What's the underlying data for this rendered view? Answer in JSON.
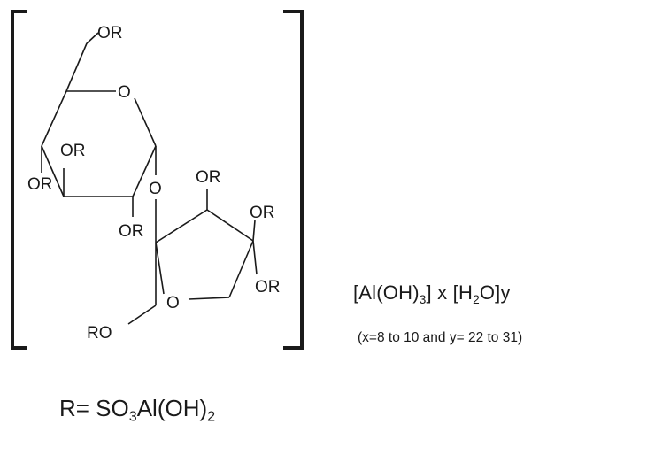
{
  "structure": {
    "ring_oxygen": "O",
    "substituent_label": "OR",
    "end_label": "RO",
    "labels": {
      "c6_or": "OR",
      "glc_ring_o": "O",
      "c4_or": "OR",
      "c3_or": "OR",
      "glycosidic_o": "O",
      "c2_or": "OR",
      "fru_c3_or": "OR",
      "fru_c4_or": "OR",
      "fru_c5_or": "OR",
      "fru_ring_o": "O",
      "fru_c1_ro": "RO"
    }
  },
  "complex_formula": {
    "part1": "[Al(OH)",
    "sub1": "3",
    "part2": "] x [H",
    "sub2": "2",
    "part3": "O]y"
  },
  "range_note": "(x=8 to 10 and y= 22 to 31)",
  "r_definition": {
    "part1": "R= SO",
    "sub1": "3",
    "part2": "Al(OH)",
    "sub2": "2"
  }
}
